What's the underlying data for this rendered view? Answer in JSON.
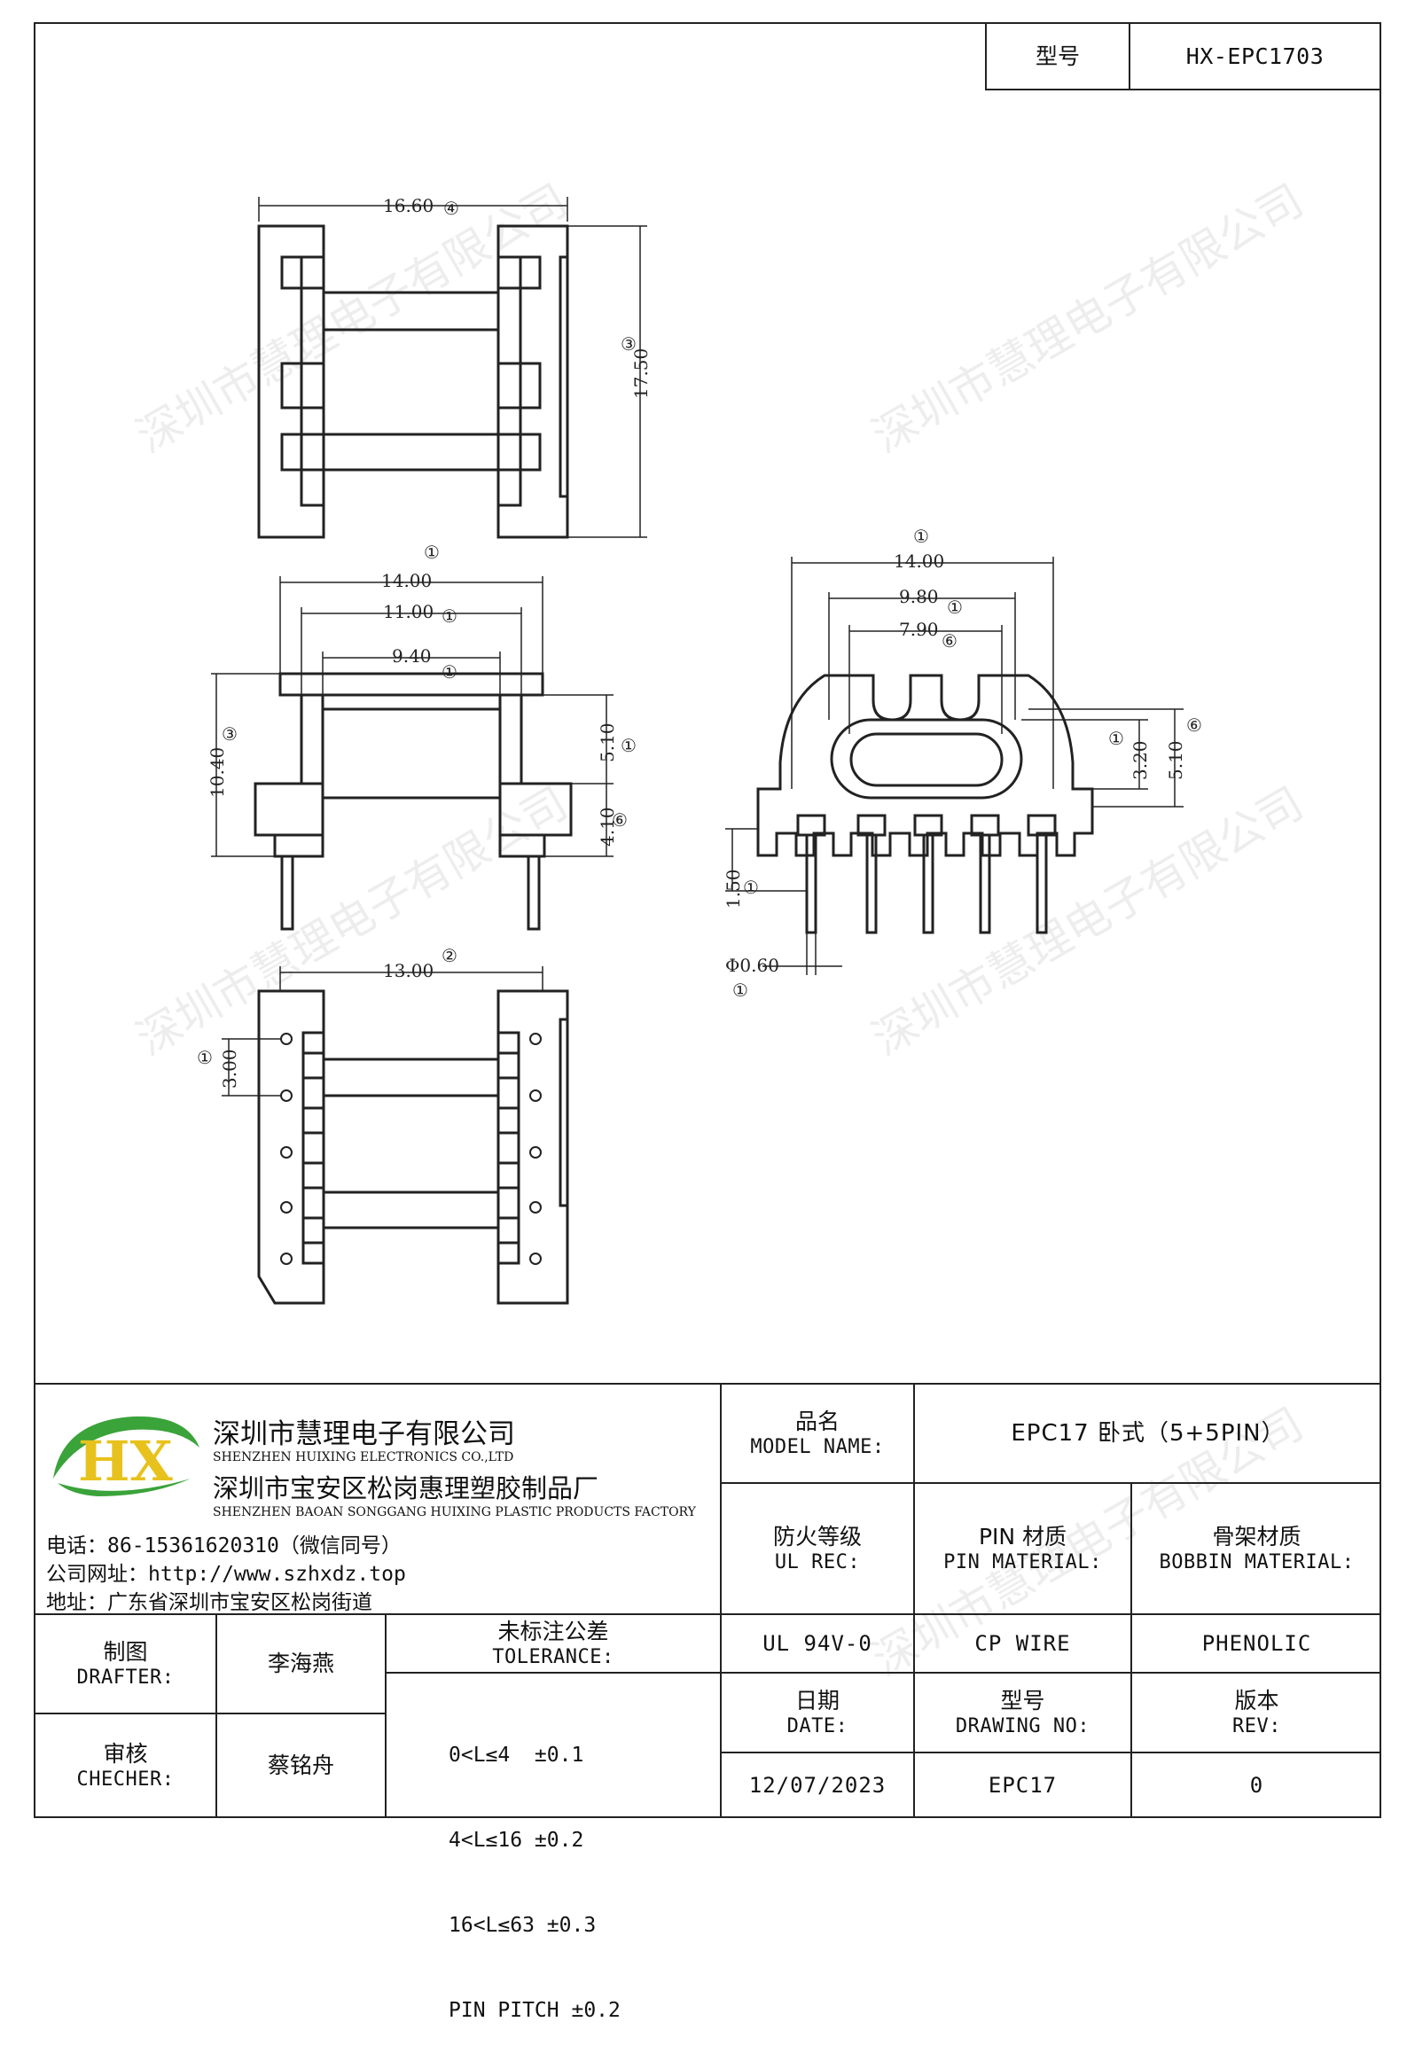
{
  "header": {
    "model_label": "型号",
    "model_value": "HX-EPC1703"
  },
  "drawing": {
    "top_view": {
      "width": "16.60",
      "width_mark": "④",
      "height": "17.50",
      "height_mark": "③"
    },
    "front_view": {
      "d1": "14.00",
      "d1_mark": "①",
      "d2": "11.00",
      "d2_mark": "①",
      "d3": "9.40",
      "d3_mark": "①",
      "d4": "10.40",
      "d4_mark": "③",
      "d5": "5.10",
      "d5_mark": "①",
      "d6": "4.10",
      "d6_mark": "⑥"
    },
    "bottom_view": {
      "d1": "13.00",
      "d1_mark": "②",
      "d2": "3.00",
      "d2_mark": "①"
    },
    "side_view": {
      "d1": "14.00",
      "d1_mark": "①",
      "d2": "9.80",
      "d2_mark": "①",
      "d3": "7.90",
      "d3_mark": "⑥",
      "d4": "3.20",
      "d4_mark": "①",
      "d5": "5.10",
      "d5_mark": "⑥",
      "d6": "1.50",
      "d6_mark": "①",
      "d7": "Φ0.60",
      "d7_mark": "①"
    }
  },
  "watermark": "深圳市慧理电子有限公司",
  "company": {
    "logo_letters": "HX",
    "name_cn": "深圳市慧理电子有限公司",
    "name_en": "SHENZHEN HUIXING ELECTRONICS CO.,LTD",
    "factory_cn": "深圳市宝安区松岗惠理塑胶制品厂",
    "factory_en": "SHENZHEN BAOAN SONGGANG HUIXING PLASTIC PRODUCTS FACTORY",
    "phone": "电话：86-15361620310（微信同号）",
    "website": "公司网址：http://www.szhxdz.top",
    "address": "地址：广东省深圳市宝安区松岗街道"
  },
  "table": {
    "model_name_label_cn": "品名",
    "model_name_label_en": "MODEL NAME:",
    "model_name_value": "EPC17 卧式（5+5PIN）",
    "ul_label_cn": "防火等级",
    "ul_label_en": "UL REC:",
    "pin_label_cn": "PIN 材质",
    "pin_label_en": "PIN MATERIAL:",
    "bobbin_label_cn": "骨架材质",
    "bobbin_label_en": "BOBBIN MATERIAL:",
    "ul_value": "UL 94V-0",
    "pin_value": "CP WIRE",
    "bobbin_value": "PHENOLIC",
    "date_label_cn": "日期",
    "date_label_en": "DATE:",
    "drawing_no_label_cn": "型号",
    "drawing_no_label_en": "DRAWING NO:",
    "rev_label_cn": "版本",
    "rev_label_en": "REV:",
    "date_value": "12/07/2023",
    "drawing_no_value": "EPC17",
    "rev_value": "0",
    "drafter_label_cn": "制图",
    "drafter_label_en": "DRAFTER:",
    "drafter_value": "李海燕",
    "checker_label_cn": "审核",
    "checker_label_en": "CHECHER:",
    "checker_value": "蔡铭舟",
    "tolerance_label_cn": "未标注公差",
    "tolerance_label_en": "TOLERANCE:",
    "tolerance_lines": [
      "0<L≤4  ±0.1",
      "4<L≤16 ±0.2",
      "16<L≤63 ±0.3",
      "PIN PITCH ±0.2"
    ]
  },
  "colors": {
    "line": "#222222",
    "logo_green": "#3aa33a",
    "logo_yellow": "#e8c21c"
  }
}
